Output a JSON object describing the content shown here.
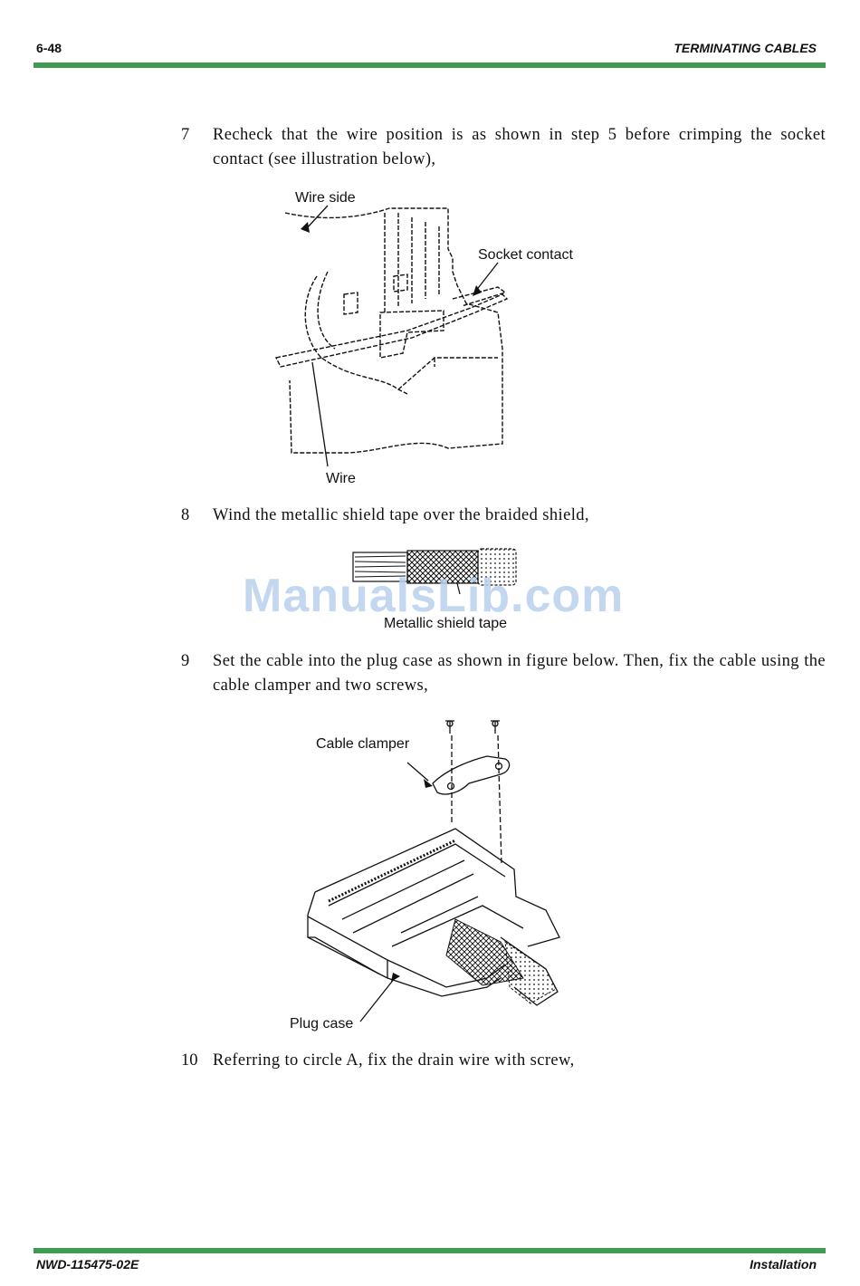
{
  "header": {
    "page_number": "6-48",
    "section_title": "TERMINATING CABLES"
  },
  "steps": [
    {
      "number": "7",
      "text": "Recheck that the wire position is as shown in step 5 before crimping the socket contact (see illustration below),"
    },
    {
      "number": "8",
      "text": "Wind the metallic shield tape over the braided shield,"
    },
    {
      "number": "9",
      "text": "Set the cable into the plug case as shown in figure below. Then, fix the cable using the cable clamper and two screws,"
    },
    {
      "number": "10",
      "text": "Referring to circle A, fix the drain wire with screw,"
    }
  ],
  "figures": {
    "socket": {
      "label_wire_side": "Wire side",
      "label_socket_contact": "Socket contact",
      "label_wire": "Wire"
    },
    "shield": {
      "label_tape": "Metallic shield tape"
    },
    "plug": {
      "label_clamper": "Cable clamper",
      "label_case": "Plug case"
    }
  },
  "watermark": "ManualsLib.com",
  "footer": {
    "doc_number": "NWD-115475-02E",
    "chapter": "Installation"
  }
}
